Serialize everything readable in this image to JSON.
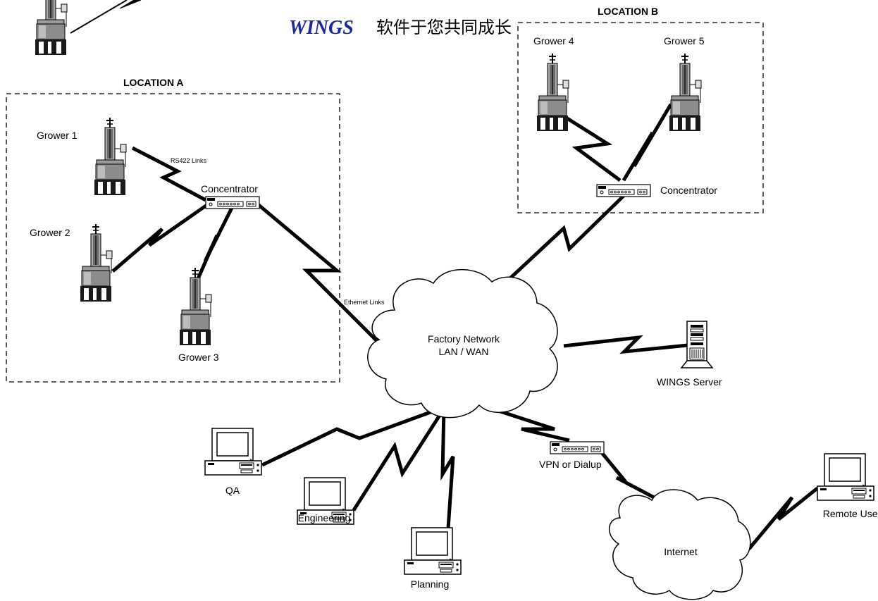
{
  "banner": {
    "brand": "WINGS",
    "tagline": "软件于您共同成长"
  },
  "location_a": {
    "title": "LOCATION A",
    "growers": [
      "Grower 1",
      "Grower 2",
      "Grower 3"
    ],
    "concentrator": "Concentrator",
    "link_label": "RS422 Links"
  },
  "location_b": {
    "title": "LOCATION B",
    "growers": [
      "Grower 4",
      "Grower 5"
    ],
    "concentrator": "Concentrator"
  },
  "ethernet_label": "Ethernet Links",
  "network": {
    "line1": "Factory Network",
    "line2": "LAN / WAN"
  },
  "server_label": "WINGS Server",
  "vpn_label": "VPN or Dialup",
  "internet_label": "Internet",
  "remote_label": "Remote User",
  "clients": [
    "QA",
    "Engineering",
    "Planning"
  ],
  "colors": {
    "banner_brand": "#1a2a9c",
    "line": "#000000",
    "vessel": "#8c8c8c"
  },
  "icons": [
    "bioreactor-icon",
    "concentrator-icon",
    "cloud-icon",
    "server-tower-icon",
    "desktop-computer-icon"
  ]
}
